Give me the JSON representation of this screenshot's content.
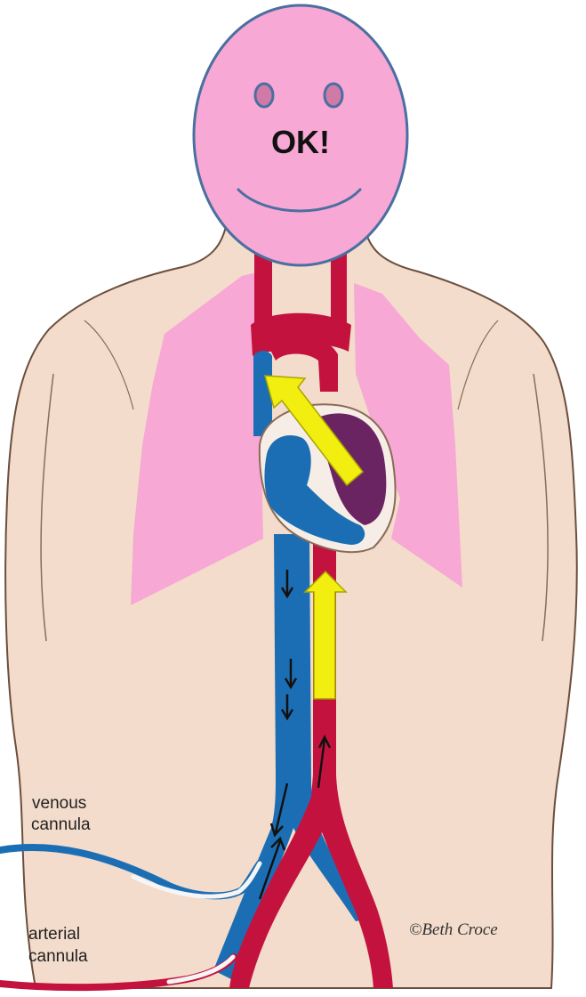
{
  "face": {
    "text": "OK!",
    "skin_color": "#F7A8D4",
    "outline_color": "#4A6FA0"
  },
  "labels": {
    "venous_line1": "venous",
    "venous_line2": "cannula",
    "arterial_line1": "arterial",
    "arterial_line2": "cannula"
  },
  "credit": "©Beth Croce",
  "colors": {
    "artery": "#C4123F",
    "vein": "#1C6EB4",
    "lungs": "#F7A8D4",
    "body": "#F3DCCB",
    "arrow": "#F2EE10",
    "heart_left": "#6B2462"
  }
}
